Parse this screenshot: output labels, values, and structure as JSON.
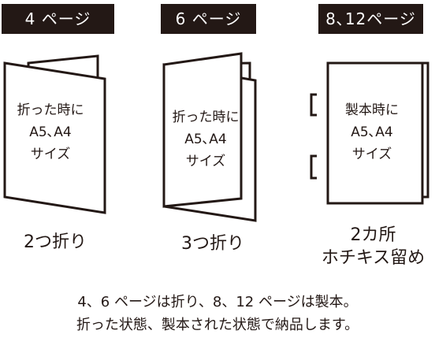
{
  "labels": {
    "four": "4 ページ",
    "six": "6 ページ",
    "eight_twelve": "8､12ページ"
  },
  "panels": {
    "four": {
      "line1": "折った時に",
      "line2": "A5､A4",
      "line3": "サイズ"
    },
    "six": {
      "line1": "折った時に",
      "line2": "A5､A4",
      "line3": "サイズ"
    },
    "eight_twelve": {
      "line1": "製本時に",
      "line2": "A5､A4",
      "line3": "サイズ"
    }
  },
  "captions": {
    "four": "2つ折り",
    "six": "3つ折り",
    "eight_twelve_line1": "2カ所",
    "eight_twelve_line2": "ホチキス留め"
  },
  "notes": {
    "line1": "4、6 ページは折り、8、12 ページは製本。",
    "line2": "折った状態、製本された状態で納品します。"
  },
  "colors": {
    "ink": "#231815",
    "background": "#ffffff"
  }
}
